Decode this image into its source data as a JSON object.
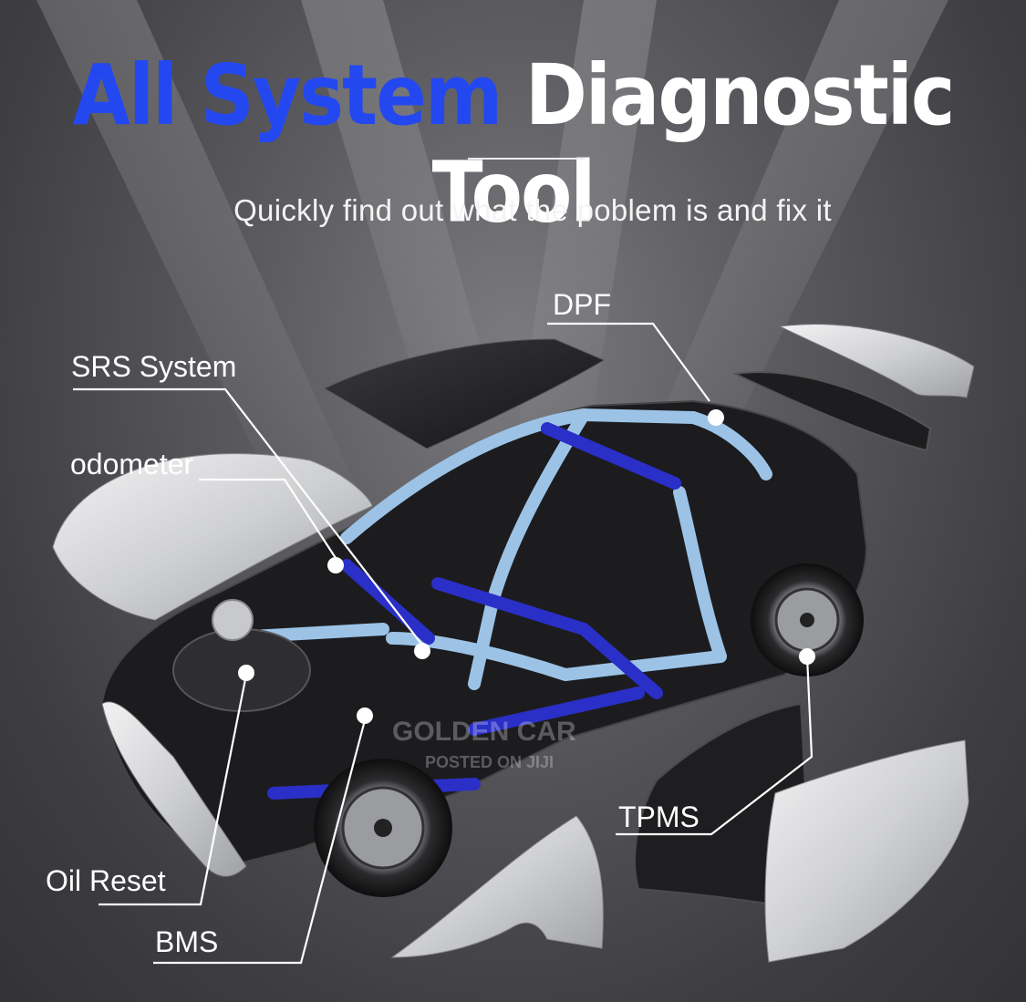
{
  "headline": {
    "part1": "All System",
    "part2": " Diagnostic Tool"
  },
  "subtitle": "Quickly find out what the poblem is and fix it",
  "callouts": {
    "dpf": "DPF",
    "srs": "SRS System",
    "odometer": "odometer",
    "tpms": "TPMS",
    "oil_reset": "Oil Reset",
    "bms": "BMS"
  },
  "watermark": {
    "line1": "GOLDEN CAR",
    "line2": "POSTED ON JIJI"
  },
  "colors": {
    "accent_blue": "#2448f0",
    "frame_light_blue": "#9cc3e6",
    "frame_dark_blue": "#2a2fc7",
    "panel_silver": "#d9dadc",
    "background": "#555558"
  }
}
